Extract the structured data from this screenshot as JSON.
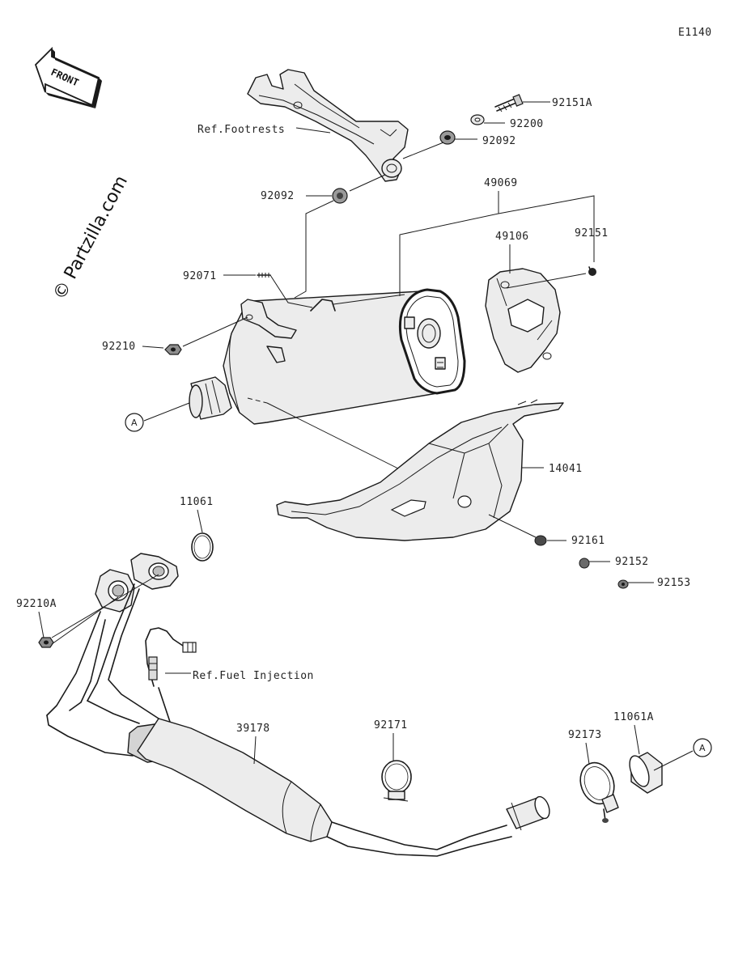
{
  "diagram_code": "E1140",
  "front_marker": "FRONT",
  "watermark": "© Partzilla.com",
  "ref_marker": "A",
  "labels": {
    "p92151A": "92151A",
    "p92200": "92200",
    "p92092a": "92092",
    "p92092b": "92092",
    "ref_footrests": "Ref.Footrests",
    "p49069": "49069",
    "p49106": "49106",
    "p92151": "92151",
    "p92071": "92071",
    "p92210": "92210",
    "p14041": "14041",
    "p11061": "11061",
    "p92161": "92161",
    "p92152": "92152",
    "p92153": "92153",
    "p92210A": "92210A",
    "ref_fuel_injection": "Ref.Fuel Injection",
    "p39178": "39178",
    "p92171": "92171",
    "p92173": "92173",
    "p11061A": "11061A"
  },
  "colors": {
    "line": "#1a1a1a",
    "background": "#ffffff",
    "shade": "#d4d4d4"
  }
}
